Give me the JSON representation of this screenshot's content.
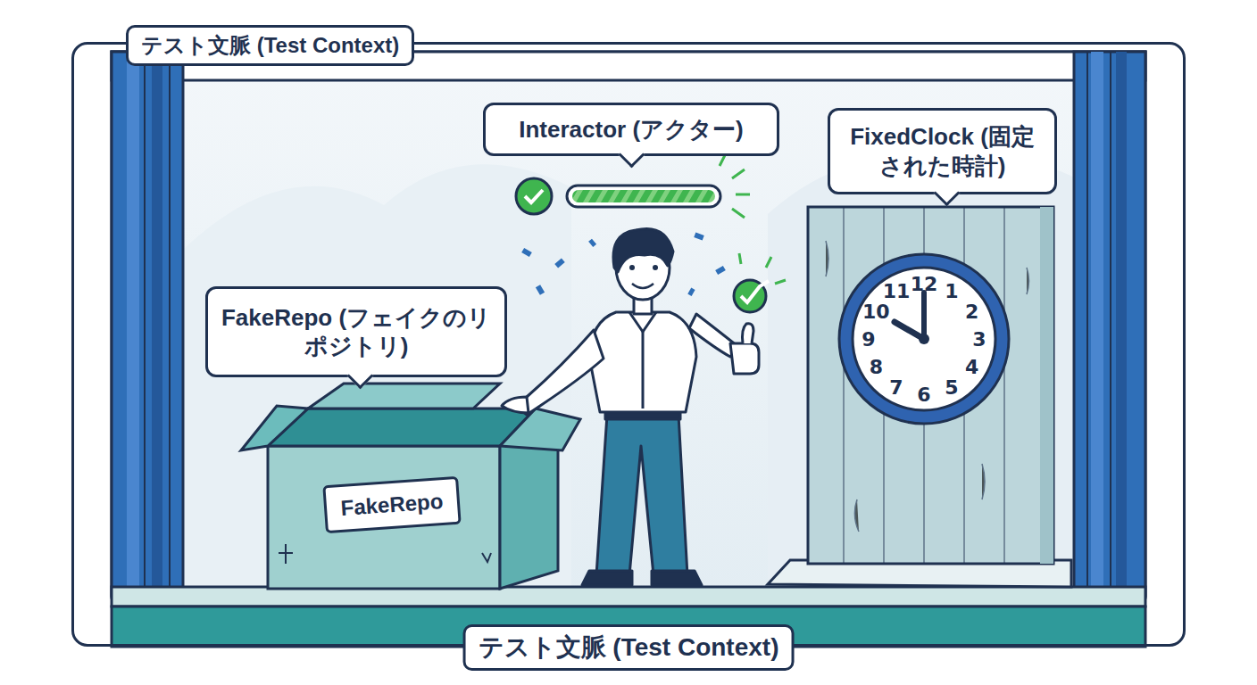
{
  "diagram": {
    "nodes": [
      {
        "text": [
          "テスト文脈 (Test Context)",
          "テスト文脈 (Test Context)"
        ]
      },
      {
        "text": [
          "Interactor (アクター)"
        ],
        "in": 0
      },
      {
        "text": [
          "FixedClock (固定された時計)"
        ],
        "in": 0
      },
      {
        "text": [
          "FakeRepo (フェイクのリポジトリ)"
        ],
        "in": 0
      },
      {
        "text": [
          "FakeRepo"
        ],
        "in": 0
      }
    ],
    "labels": [
      "12",
      "1",
      "2",
      "3",
      "4",
      "5",
      "6",
      "7",
      "8",
      "9",
      "10",
      "11"
    ]
  }
}
